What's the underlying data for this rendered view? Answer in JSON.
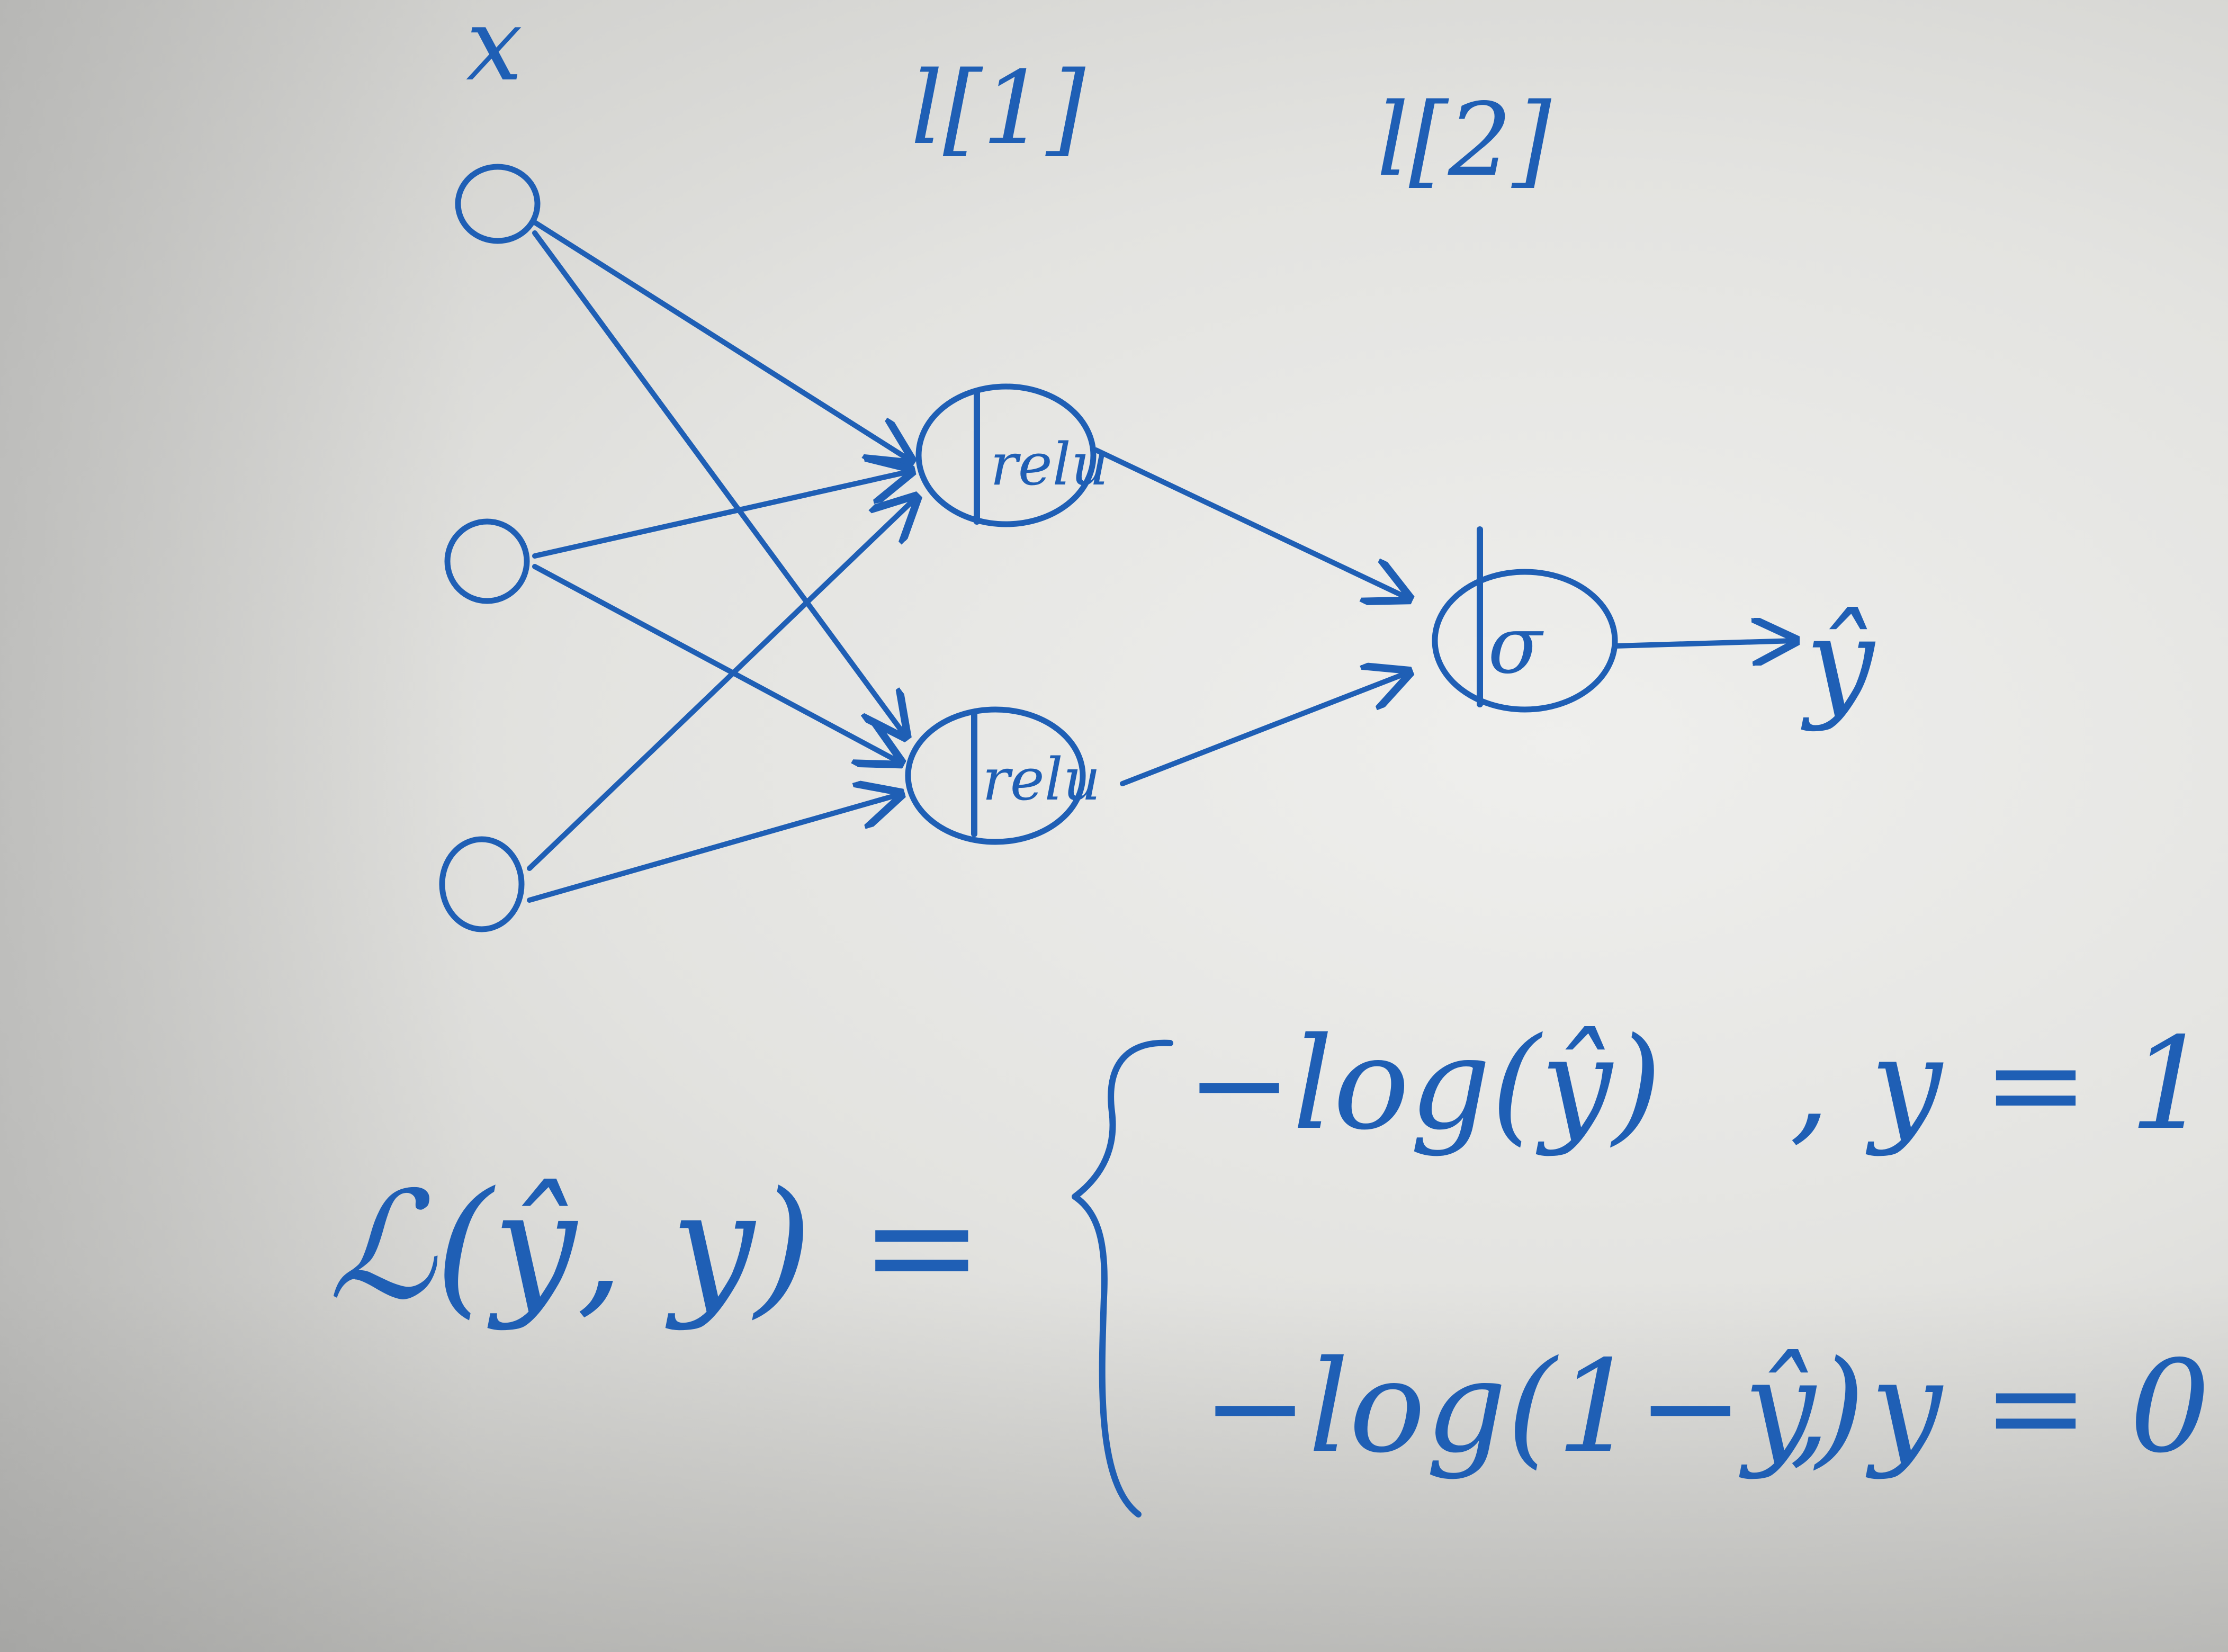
{
  "diagram": {
    "input_label": "x",
    "layer1_label": "l[1]",
    "layer2_label": "l[2]",
    "hidden_units": [
      {
        "activation": "relu"
      },
      {
        "activation": "relu"
      }
    ],
    "output_unit": {
      "activation": "σ"
    },
    "output_label": "ŷ"
  },
  "formula": {
    "lhs": "ℒ(ŷ, y) =",
    "case1_expr": "−log(ŷ)",
    "case1_cond": ", y = 1",
    "case2_expr": "−log(1−ŷ)",
    "case2_cond": ", y = 0"
  },
  "colors": {
    "ink": "#1f5fb5",
    "paper": "#e6e6e3"
  }
}
